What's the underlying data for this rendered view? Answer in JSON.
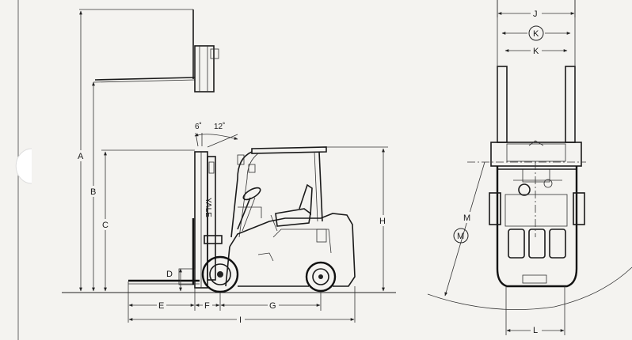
{
  "side_view": {
    "angles": {
      "forward": "6˚",
      "back": "12˚"
    },
    "mast_brand": "YALE",
    "dims": {
      "A": "A",
      "B": "B",
      "C": "C",
      "D": "D",
      "E": "E",
      "F": "F",
      "G": "G",
      "H": "H",
      "I": "I"
    }
  },
  "top_view": {
    "dims": {
      "J": "J",
      "K": "K",
      "K_circle": "K",
      "M": "M",
      "M_circle": "M",
      "L": "L"
    }
  },
  "colors": {
    "line": "#1a1a1a",
    "background": "#f4f3f0"
  }
}
